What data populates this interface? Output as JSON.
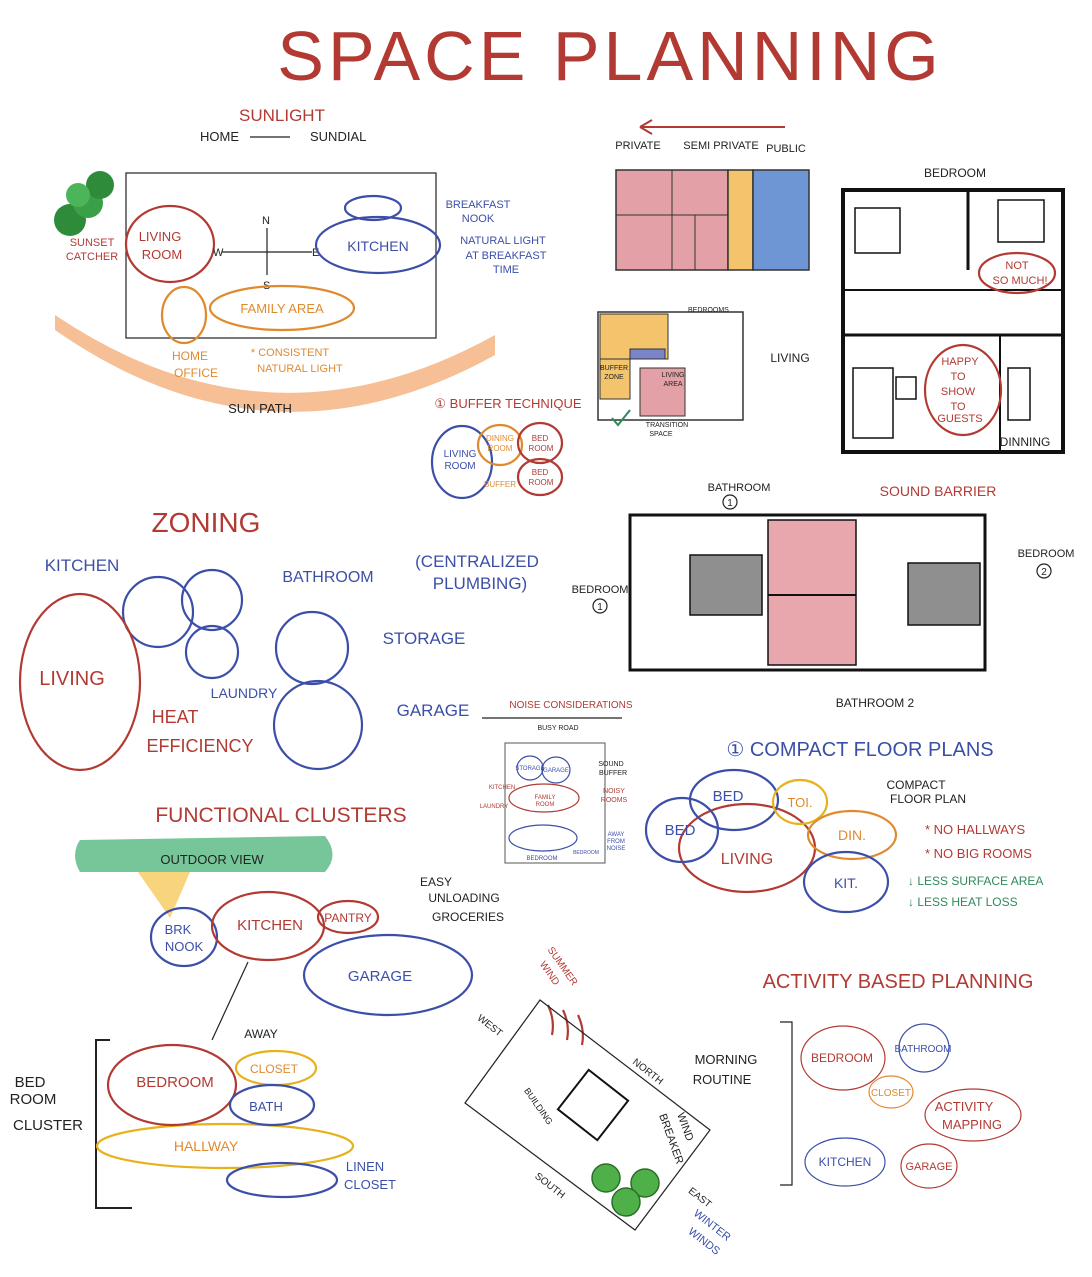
{
  "title": "SPACE PLANNING",
  "sunlight": {
    "heading": "SUNLIGHT",
    "subtitle_left": "HOME",
    "subtitle_right": "SUNDIAL",
    "living_room": [
      "LIVING",
      "ROOM"
    ],
    "sunset_catcher": [
      "SUNSET",
      "CATCHER"
    ],
    "kitchen": "KITCHEN",
    "breakfast_nook": [
      "BREAKFAST",
      "NOOK"
    ],
    "natural_light": [
      "NATURAL LIGHT",
      "AT BREAKFAST",
      "TIME"
    ],
    "family_area": "FAMILY AREA",
    "home_office": [
      "HOME",
      "OFFICE"
    ],
    "consistent_light": [
      "* CONSISTENT",
      "NATURAL LIGHT"
    ],
    "sun_path": "SUN PATH",
    "compass_n": "N",
    "compass_s": "S",
    "compass_w": "W",
    "compass_e": "E"
  },
  "gradient": {
    "private": "PRIVATE",
    "semi_private": "SEMI PRIVATE",
    "public": "PUBLIC"
  },
  "plan_labels": {
    "bedroom_top": "BEDROOM",
    "not_so_much": [
      "NOT",
      "SO MUCH!"
    ],
    "living": "LIVING",
    "happy": [
      "HAPPY",
      "TO",
      "SHOW",
      "TO",
      "GUESTS"
    ],
    "dinning": "DINNING"
  },
  "buffer": {
    "heading": "① BUFFER TECHNIQUE",
    "living_room": [
      "LIVING",
      "ROOM"
    ],
    "dining_room": [
      "DINING",
      "ROOM"
    ],
    "bed_room_1": [
      "BED",
      "ROOM"
    ],
    "bed_room_2": [
      "BED",
      "ROOM"
    ],
    "buffer": "BUFFER",
    "transition": [
      "TRANSITION",
      "SPACE"
    ],
    "buffer_zone": [
      "BUFFER",
      "ZONE"
    ],
    "bedrooms": "BEDROOMS",
    "living_area": [
      "LIVING",
      "AREA"
    ]
  },
  "zoning": {
    "heading": "ZONING",
    "kitchen": "KITCHEN",
    "bathroom": "BATHROOM",
    "centralized": [
      "(CENTRALIZED",
      "PLUMBING)"
    ],
    "storage": "STORAGE",
    "living": "LIVING",
    "laundry": "LAUNDRY",
    "garage": "GARAGE",
    "heat": [
      "HEAT",
      "EFFICIENCY"
    ]
  },
  "sound": {
    "bathroom1": "BATHROOM",
    "bathroom1_num": "1",
    "barrier": "SOUND BARRIER",
    "bedroom1": "BEDROOM",
    "bedroom1_num": "1",
    "bedroom2": "BEDROOM",
    "bedroom2_num": "2",
    "bathroom2": "BATHROOM 2"
  },
  "noise": {
    "heading": "NOISE CONSIDERATIONS",
    "busy_road": "BUSY ROAD",
    "storage": "STORAGE",
    "garage": "GARAGE",
    "sound_buffer": [
      "SOUND",
      "BUFFER"
    ],
    "kitchen": "KITCHEN",
    "laundry": "LAUNDRY",
    "family_room": [
      "FAMILY",
      "ROOM"
    ],
    "noisy_rooms": [
      "NOISY",
      "ROOMS"
    ],
    "bedroom": "BEDROOM",
    "away": [
      "AWAY",
      "FROM",
      "NOISE"
    ],
    "bedroom_small": "BEDROOM"
  },
  "compact": {
    "heading": "①  COMPACT  FLOOR  PLANS",
    "bed1": "BED",
    "bed2": "BED",
    "toi": "TOI.",
    "din": "DIN.",
    "living": "LIVING",
    "kit": "KIT.",
    "note": [
      "COMPACT",
      "FLOOR PLAN"
    ],
    "no_hallways": "* NO HALLWAYS",
    "no_big_rooms": "* NO BIG ROOMS",
    "less_surface": "↓ LESS SURFACE AREA",
    "less_heat": "↓ LESS HEAT LOSS"
  },
  "functional": {
    "heading": "FUNCTIONAL CLUSTERS",
    "outdoor_view": "OUTDOOR VIEW",
    "brk_nook": [
      "BRK",
      "NOOK"
    ],
    "kitchen": "KITCHEN",
    "pantry": "PANTRY",
    "easy_unloading": [
      "EASY",
      "UNLOADING",
      "GROCERIES"
    ],
    "garage": "GARAGE",
    "away": "AWAY"
  },
  "bedroom_cluster": {
    "label": [
      "BED",
      "ROOM",
      "CLUSTER"
    ],
    "bedroom": "BEDROOM",
    "closet": "CLOSET",
    "bath": "BATH",
    "hallway": "HALLWAY",
    "linen": [
      "LINEN",
      "CLOSET"
    ]
  },
  "wind": {
    "summer": [
      "SUMMER",
      "WIND"
    ],
    "west": "WEST",
    "north": "NORTH",
    "building": "BUILDING",
    "wind_breaker": [
      "WIND",
      "BREAKER"
    ],
    "south": "SOUTH",
    "east": "EAST",
    "winter": [
      "WINTER",
      "WINDS"
    ]
  },
  "activity": {
    "heading": "ACTIVITY BASED PLANNING",
    "morning": [
      "MORNING",
      "ROUTINE"
    ],
    "bedroom": "BEDROOM",
    "bathroom": "BATHROOM",
    "closet": "CLOSET",
    "mapping": [
      "ACTIVITY",
      "MAPPING"
    ],
    "kitchen": "KITCHEN",
    "garage": "GARAGE"
  },
  "colors": {
    "red": "#b23a33",
    "blue": "#3c4fa8",
    "orange": "#e08a2e",
    "yellow": "#e6b21c",
    "green": "#2f8a5a",
    "peach": "#f6bf95",
    "mint": "#76c69a"
  }
}
